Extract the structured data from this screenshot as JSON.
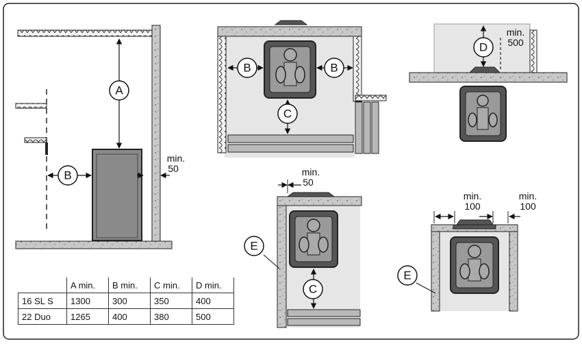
{
  "diagram": {
    "labels": {
      "A": "A",
      "B": "B",
      "C": "C",
      "D": "D",
      "E": "E"
    },
    "min_prefix": "min.",
    "clearances": {
      "side_wall": "50",
      "front_wall": "50",
      "ceiling": "500",
      "shield_left": "100",
      "shield_right": "100"
    }
  },
  "colors": {
    "wall_fill": "#c9c9c9",
    "space_fill": "#e6e6e6",
    "heater_fill": "#8a8a8a",
    "heater_dark": "#3a3a3a",
    "outline": "#222222"
  },
  "table": {
    "headers": [
      "A min.",
      "B min.",
      "C min.",
      "D min."
    ],
    "rows": [
      {
        "model": "16 SL S",
        "values": [
          "1300",
          "300",
          "350",
          "400"
        ]
      },
      {
        "model": "22 Duo",
        "values": [
          "1265",
          "400",
          "380",
          "500"
        ]
      }
    ]
  }
}
